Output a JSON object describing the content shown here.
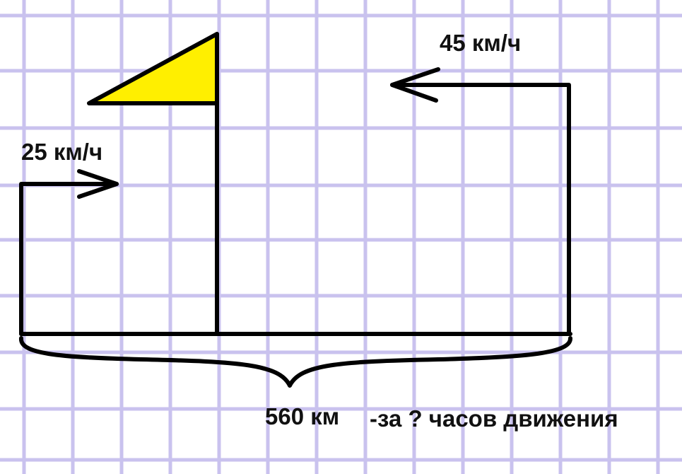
{
  "labels": {
    "speed_right": "45 км/ч",
    "speed_left": "25 км/ч",
    "distance": "560 км",
    "question": "-за ? часов движения"
  },
  "colors": {
    "background": "#ffffff",
    "grid": "#c9c2ee",
    "ink": "#000000",
    "flag_fill": "#ffef00"
  },
  "icons": {
    "flag": "flag-icon",
    "arrow_right": "arrow-right-icon",
    "arrow_left": "arrow-left-icon",
    "brace": "curly-brace-icon"
  }
}
